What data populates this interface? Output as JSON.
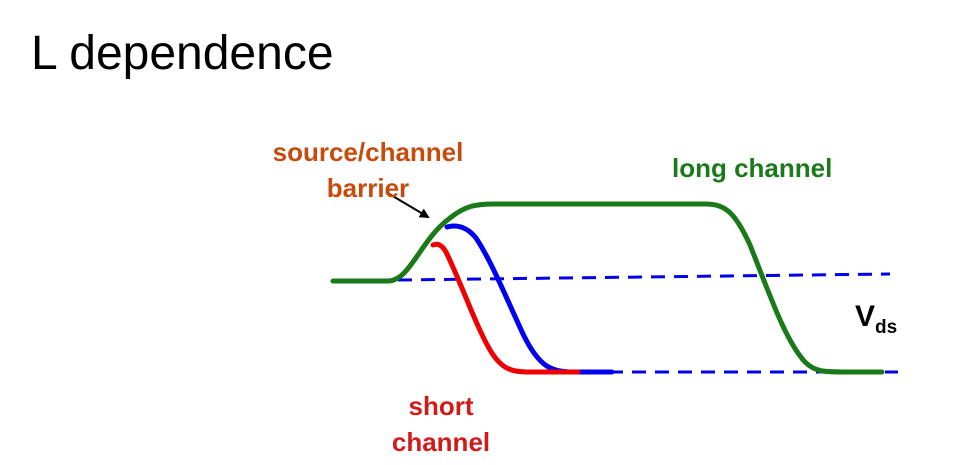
{
  "title": "L dependence",
  "labels": {
    "barrier_line1": "source/channel",
    "barrier_line2": "barrier",
    "long_channel": "long channel",
    "short_line1": "short",
    "short_line2": "channel",
    "vds_main": "V",
    "vds_sub": "ds"
  },
  "colors": {
    "long_channel": "#1a7a1a",
    "medium_channel": "#0000ee",
    "short_channel": "#ee0000",
    "reference_lines": "#0000ee",
    "barrier_label": "#c84b0e",
    "long_label": "#1a7a1a",
    "short_label": "#d21a1a",
    "arrow": "#000000"
  }
}
